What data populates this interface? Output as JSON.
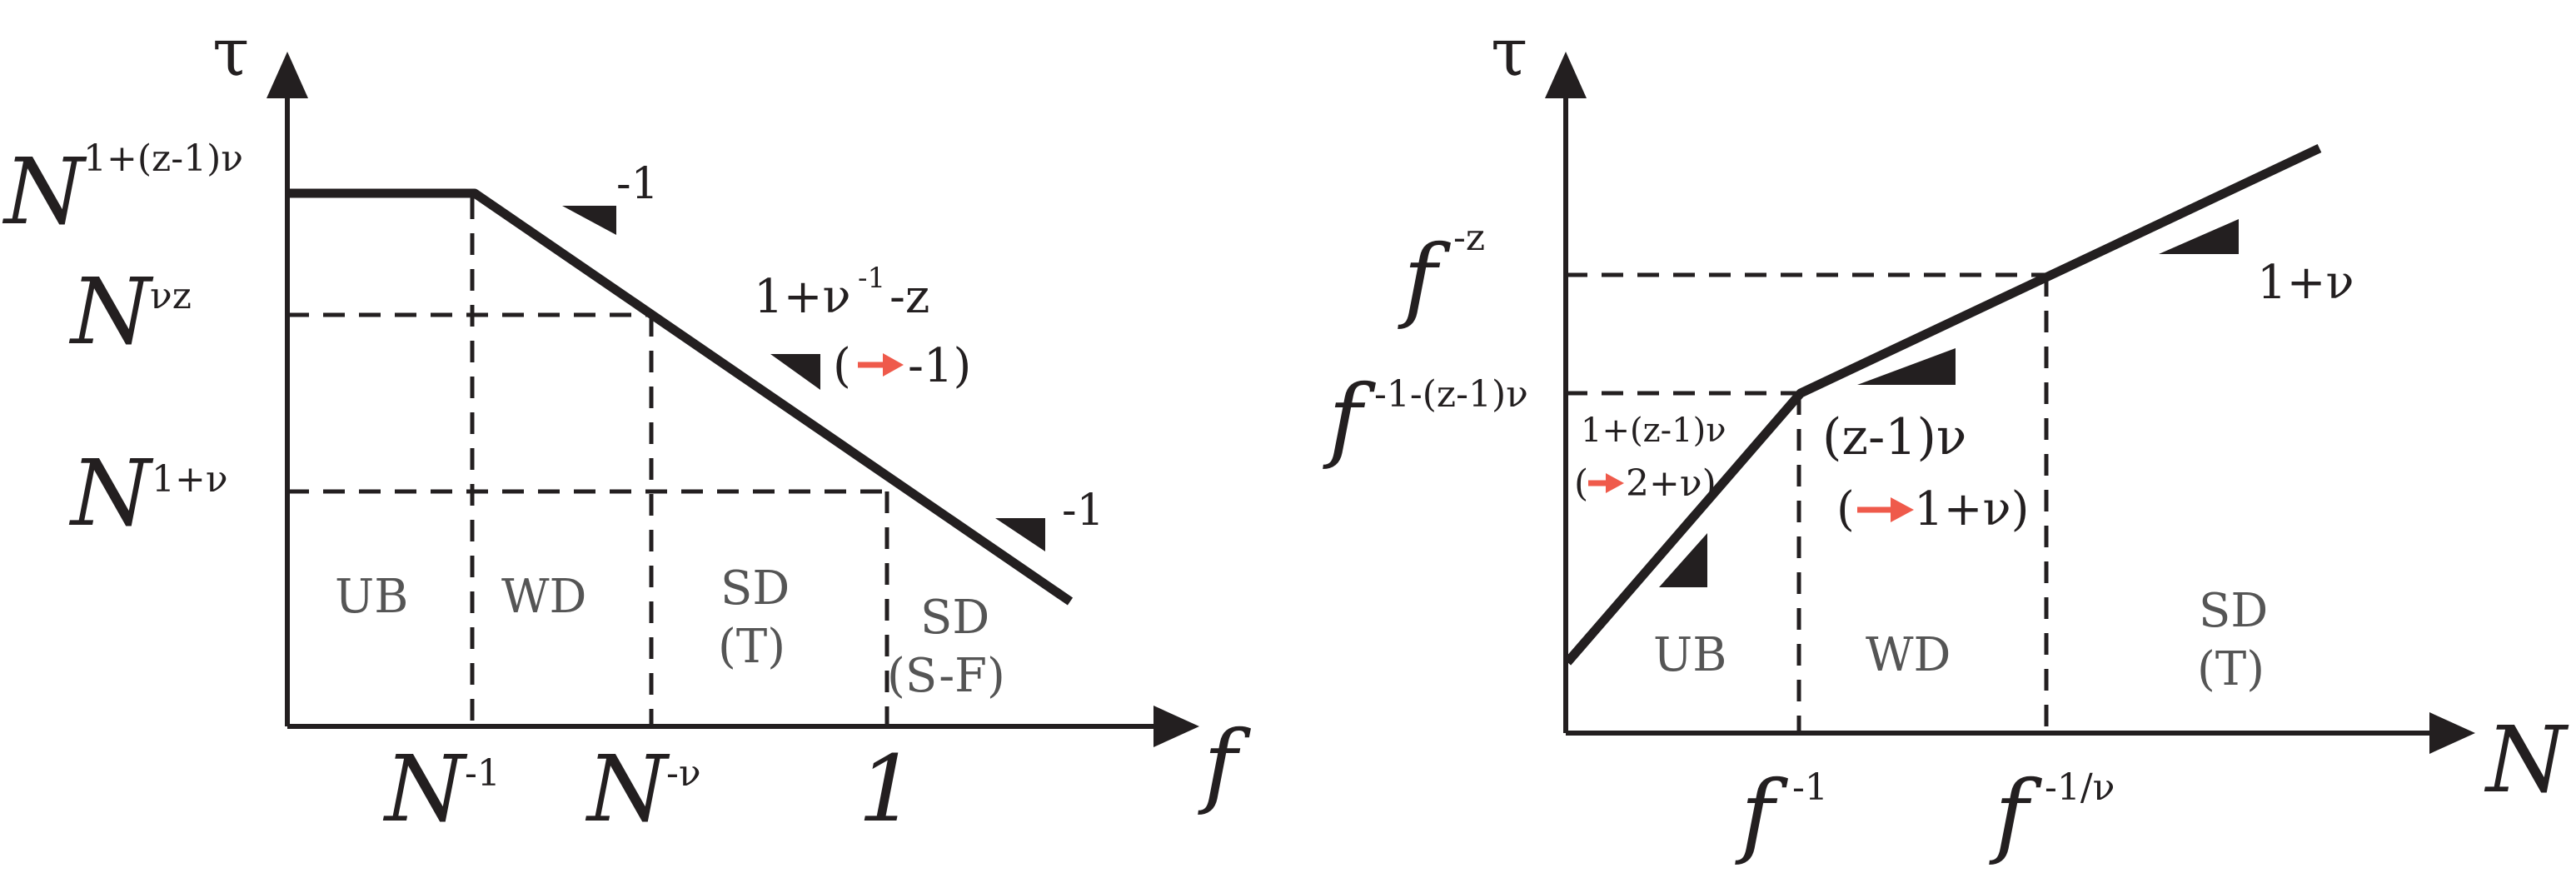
{
  "left": {
    "y_axis": "τ",
    "x_axis": "f",
    "y_ticks": [
      {
        "base": "N",
        "exp": "1+(z-1)ν"
      },
      {
        "base": "N",
        "exp": "νz"
      },
      {
        "base": "N",
        "exp": "1+ν"
      }
    ],
    "x_ticks": [
      {
        "base": "N",
        "exp": "-1"
      },
      {
        "base": "N",
        "exp": "-ν"
      },
      {
        "base": "1",
        "exp": ""
      }
    ],
    "regions": [
      {
        "line1": "UB",
        "line2": ""
      },
      {
        "line1": "WD",
        "line2": ""
      },
      {
        "line1": "SD",
        "line2": "(T)"
      },
      {
        "line1": "SD",
        "line2": "(S-F)"
      }
    ],
    "slopes": {
      "first": "-1",
      "middle_main": "1+ν",
      "middle_exp": "-1",
      "middle_tail": "-z",
      "middle_limit_open": "(",
      "middle_limit_value": " -1)",
      "last": "-1"
    }
  },
  "right": {
    "y_axis": "τ",
    "x_axis": "N",
    "y_ticks": [
      {
        "base": "f",
        "exp": "-z"
      },
      {
        "base": "f",
        "exp": "-1-(z-1)ν"
      }
    ],
    "x_ticks": [
      {
        "base": "f",
        "exp": "-1"
      },
      {
        "base": "f",
        "exp": "-1/ν"
      }
    ],
    "regions": [
      {
        "line1": "UB",
        "line2": ""
      },
      {
        "line1": "WD",
        "line2": ""
      },
      {
        "line1": "SD",
        "line2": "(T)"
      }
    ],
    "slopes": {
      "first": "1+(z-1)ν",
      "first_limit_open": "(",
      "first_limit_value": "2+ν)",
      "middle": "(z-1)ν",
      "middle_limit_open": "(",
      "middle_limit_value": "1+ν)",
      "last": "1+ν"
    }
  }
}
